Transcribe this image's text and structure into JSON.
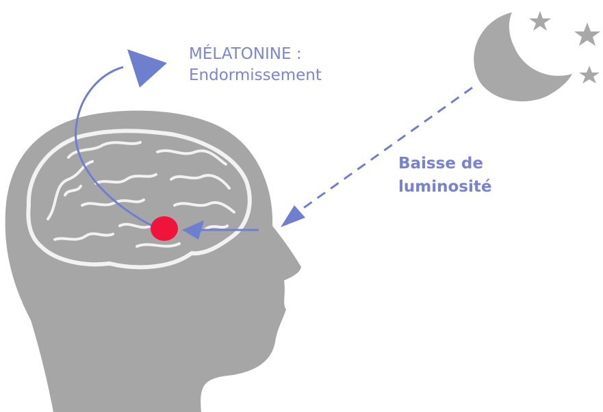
{
  "labels": {
    "hormone_line1": "MÉLATONINE :",
    "hormone_line2": "Endormissement",
    "light_line1": "Baisse de",
    "light_line2": "luminosité"
  },
  "icons": {
    "head": "head-silhouette-icon",
    "brain": "brain-icon",
    "gland": "pineal-gland-dot",
    "moon": "crescent-moon-icon",
    "stars": "star-icon"
  },
  "colors": {
    "head": "#a6a6a6",
    "brain_outline": "#f2f2f2",
    "arrow": "#6f7fcf",
    "gland": "#f0143c",
    "moon": "#a8a8a8",
    "text": "#7a85d6"
  }
}
